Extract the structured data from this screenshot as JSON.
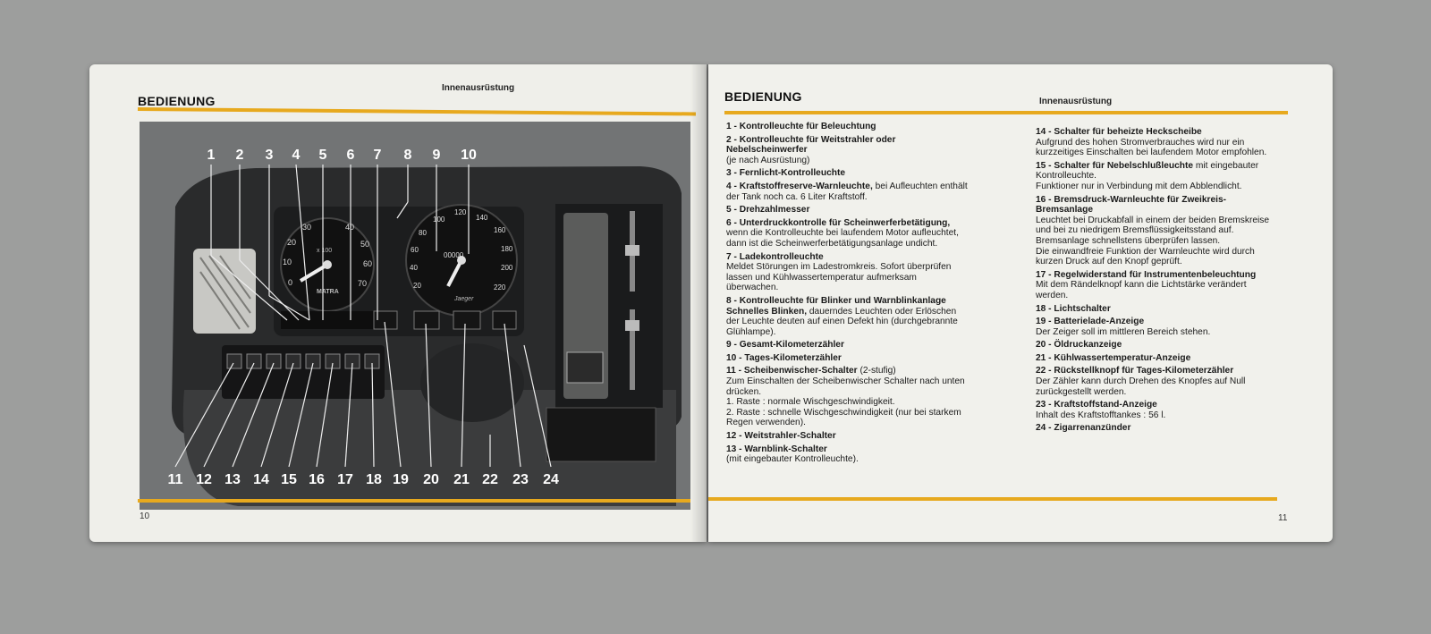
{
  "left_page": {
    "title": "BEDIENUNG",
    "subtitle": "Innenausrüstung",
    "page_number": "10",
    "photo": {
      "top_callouts": [
        "1",
        "2",
        "3",
        "4",
        "5",
        "6",
        "7",
        "8",
        "9",
        "10"
      ],
      "bottom_callouts": [
        "11",
        "12",
        "13",
        "14",
        "15",
        "16",
        "17",
        "18",
        "19",
        "20",
        "21",
        "22",
        "23",
        "24"
      ],
      "gauge_left_labels": [
        "10",
        "20",
        "30",
        "40",
        "50",
        "60",
        "70",
        "0"
      ],
      "gauge_left_unit": "x 100",
      "gauge_left_brand": "MATRA",
      "gauge_right_labels": [
        "20",
        "40",
        "60",
        "80",
        "100",
        "120",
        "140",
        "160",
        "180",
        "200",
        "220"
      ],
      "gauge_right_odometer": "00000",
      "gauge_right_brand": "Jaeger"
    }
  },
  "right_page": {
    "title": "BEDIENUNG",
    "subtitle": "Innenausrüstung",
    "page_number": "11",
    "col1": [
      {
        "t": "1 - Kontrolleuchte für Beleuchtung",
        "d": ""
      },
      {
        "t": "2 - Kontrolleuchte für Weitstrahler oder Nebelscheinwerfer",
        "d": "(je nach Ausrüstung)"
      },
      {
        "t": "3 - Fernlicht-Kontrolleuchte",
        "d": ""
      },
      {
        "t": "4 - Kraftstoffreserve-Warnleuchte,",
        "inline": " bei Aufleuchten enthält der Tank noch ca. 6 Liter Kraftstoff.",
        "d": ""
      },
      {
        "t": "5 - Drehzahlmesser",
        "d": ""
      },
      {
        "t": "6 - Unterdruckkontrolle für Scheinwerferbetätigung,",
        "inline": " wenn die Kontrolleuchte bei laufendem Motor aufleuchtet, dann ist die Scheinwerferbetätigungsanlage undicht.",
        "d": ""
      },
      {
        "t": "7 - Ladekontrolleuchte",
        "d": "Meldet Störungen im Ladestromkreis. Sofort überprüfen lassen und Kühlwassertemperatur aufmerksam überwachen."
      },
      {
        "t": "8 - Kontrolleuchte für Blinker und Warnblinkanlage Schnelles Blinken,",
        "inline": " dauerndes Leuchten oder Erlöschen der Leuchte deuten auf einen Defekt hin (durchgebrannte Glühlampe).",
        "d": ""
      },
      {
        "t": "9 - Gesamt-Kilometerzähler",
        "d": ""
      },
      {
        "t": "10 - Tages-Kilometerzähler",
        "d": ""
      },
      {
        "t": "11 - Scheibenwischer-Schalter",
        "inline": " (2-stufig)",
        "d": "Zum Einschalten der Scheibenwischer Schalter nach unten drücken.\n1. Raste : normale Wischgeschwindigkeit.\n2. Raste : schnelle Wischgeschwindigkeit (nur bei starkem Regen verwenden)."
      },
      {
        "t": "12 - Weitstrahler-Schalter",
        "d": ""
      },
      {
        "t": "13 - Warnblink-Schalter",
        "d": "(mit eingebauter Kontrolleuchte)."
      }
    ],
    "col2": [
      {
        "t": "14 - Schalter für beheizte Heckscheibe",
        "d": "Aufgrund des hohen Stromverbrauches wird nur ein kurzzeitiges Einschalten bei laufendem Motor empfohlen."
      },
      {
        "t": "15 - Schalter für Nebelschlußleuchte",
        "inline": " mit eingebauter Kontrolleuchte.",
        "d": "Funktioner nur in Verbindung mit dem Abblendlicht."
      },
      {
        "t": "16 - Bremsdruck-Warnleuchte für Zweikreis-Bremsanlage",
        "d": "Leuchtet bei Druckabfall in einem der beiden Bremskreise und bei zu niedrigem Bremsflüssigkeitsstand auf. Bremsanlage schnellstens überprüfen lassen.\nDie einwandfreie Funktion der Warnleuchte wird durch kurzen Druck auf den Knopf geprüft."
      },
      {
        "t": "17 - Regelwiderstand für Instrumentenbeleuchtung",
        "d": "Mit dem Rändelknopf kann die Lichtstärke verändert werden."
      },
      {
        "t": "18 - Lichtschalter",
        "d": ""
      },
      {
        "t": "19 - Batterielade-Anzeige",
        "d": "Der Zeiger soll im mittleren Bereich stehen."
      },
      {
        "t": "20 - Öldruckanzeige",
        "d": ""
      },
      {
        "t": "21 - Kühlwassertemperatur-Anzeige",
        "d": ""
      },
      {
        "t": "22 - Rückstellknopf für Tages-Kilometerzähler",
        "d": "Der Zähler kann durch Drehen des Knopfes auf Null zurückgestellt werden."
      },
      {
        "t": "23 - Kraftstoffstand-Anzeige",
        "d": "Inhalt des Kraftstofftankes : 56 l."
      },
      {
        "t": "24 - Zigarrenanzünder",
        "d": ""
      }
    ]
  }
}
